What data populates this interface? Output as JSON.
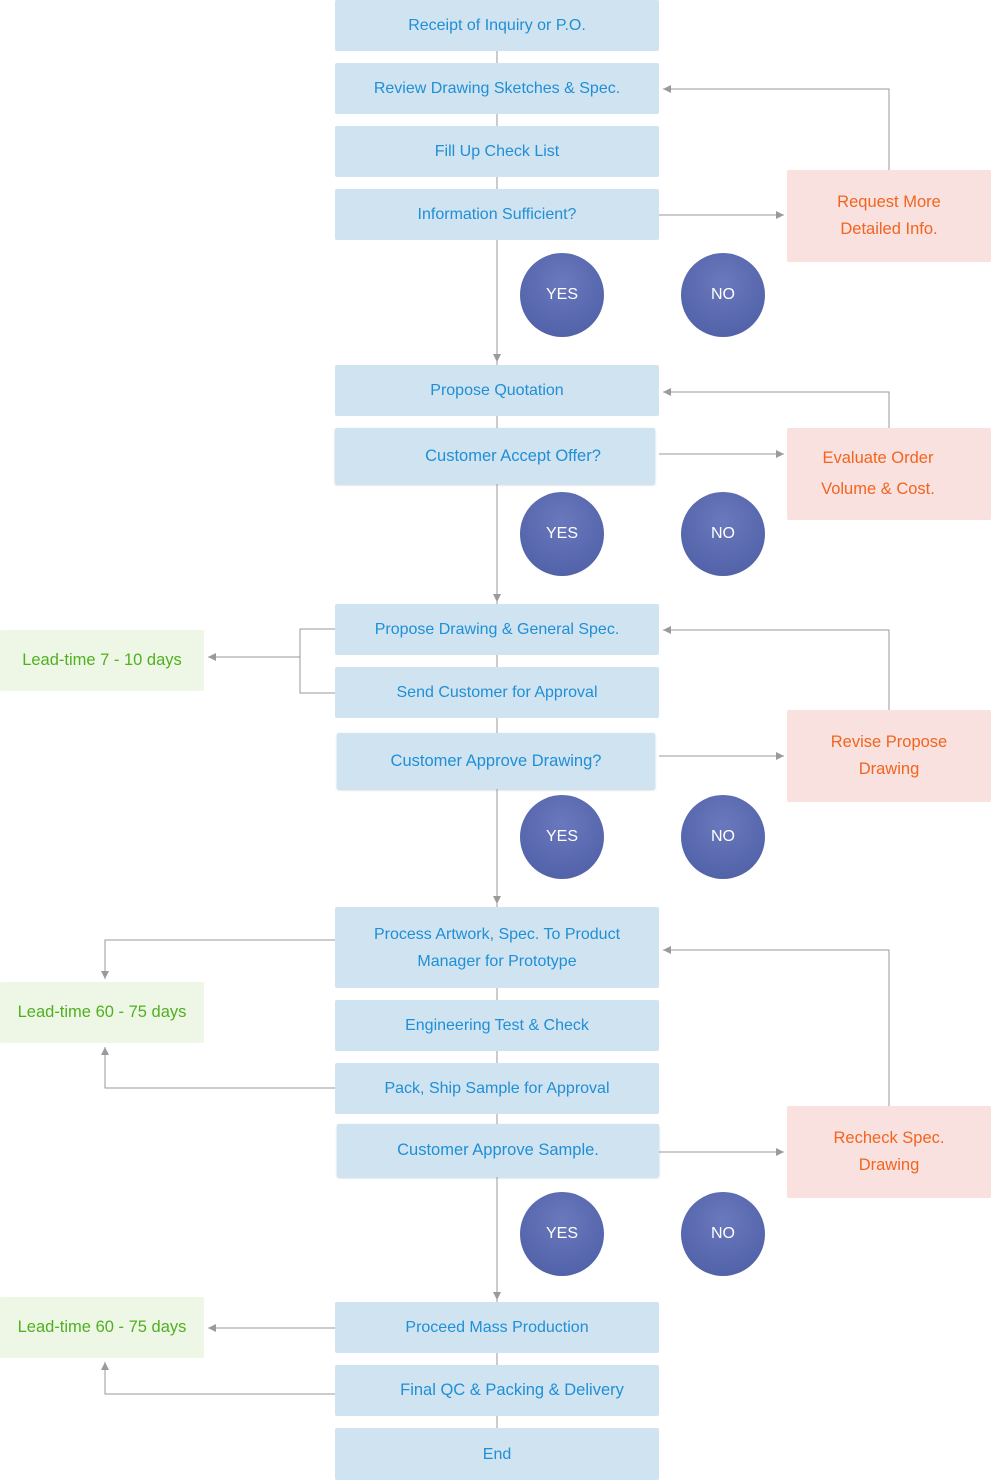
{
  "steps": {
    "receipt": "Receipt of Inquiry or P.O.",
    "review": "Review Drawing Sketches & Spec.",
    "fill_up": "Fill Up Check List",
    "info_sufficient": "Information Sufficient?",
    "propose_quotation": "Propose Quotation",
    "customer_accept": "Customer Accept Offer?",
    "propose_drawing": "Propose Drawing & General Spec.",
    "send_approval": "Send Customer for Approval",
    "approve_drawing": "Customer Approve Drawing?",
    "process_artwork": "Process Artwork, Spec. To Product\nManager for Prototype",
    "engineering_test": "Engineering Test & Check",
    "pack_ship": "Pack, Ship Sample for Approval",
    "approve_sample": "Customer Approve Sample.",
    "mass_production": "Proceed Mass Production",
    "final_qc": "Final QC & Packing & Delivery",
    "end": "End"
  },
  "feedback": {
    "request_info": "Request More\nDetailed Info.",
    "evaluate_order": "Evaluate Order\nVolume & Cost.",
    "revise_drawing": "Revise Propose\nDrawing",
    "recheck_spec": "Recheck Spec.\nDrawing"
  },
  "leadtimes": {
    "lt1": "Lead-time 7 - 10 days",
    "lt2": "Lead-time 60 - 75 days",
    "lt3": "Lead-time 60 - 75 days"
  },
  "decisions": {
    "yes": "YES",
    "no": "NO"
  },
  "colors": {
    "step_fill": "#d0e3f0",
    "step_text": "#1f8fd6",
    "feedback_fill": "#f9e1df",
    "feedback_text": "#f2641f",
    "leadtime_fill": "#eef7e6",
    "leadtime_text": "#4fb020",
    "decision_fill": "#5565ab",
    "connector": "#9a9a9a"
  }
}
